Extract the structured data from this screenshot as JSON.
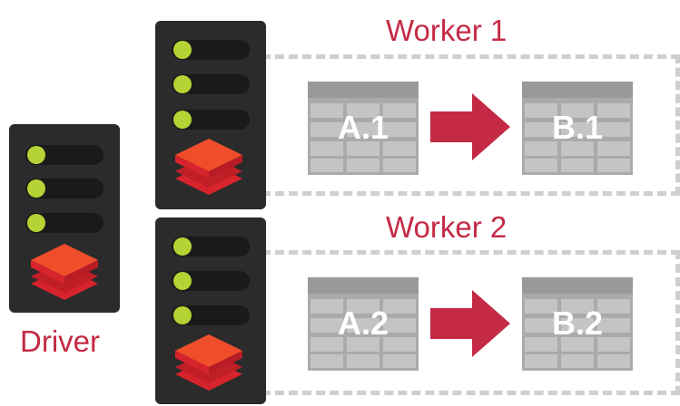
{
  "driver": {
    "label": "Driver"
  },
  "workers": [
    {
      "label": "Worker 1",
      "input_table": "A.1",
      "output_table": "B.1"
    },
    {
      "label": "Worker 2",
      "input_table": "A.2",
      "output_table": "B.2"
    }
  ],
  "icons": {
    "server_slot_led": "led-indicator-icon",
    "spark_logo": "stacked-layers-logo-icon",
    "table": "table-icon",
    "arrow": "right-arrow-icon"
  },
  "colors": {
    "server_body": "#2b2b2b",
    "led": "#b5d334",
    "accent_red": "#c42a45",
    "logo_red_top": "#f04e2a",
    "logo_red_bottom": "#d6232c",
    "table_gray": "#a9a9a9",
    "frame_gray": "#cfcfcf"
  }
}
